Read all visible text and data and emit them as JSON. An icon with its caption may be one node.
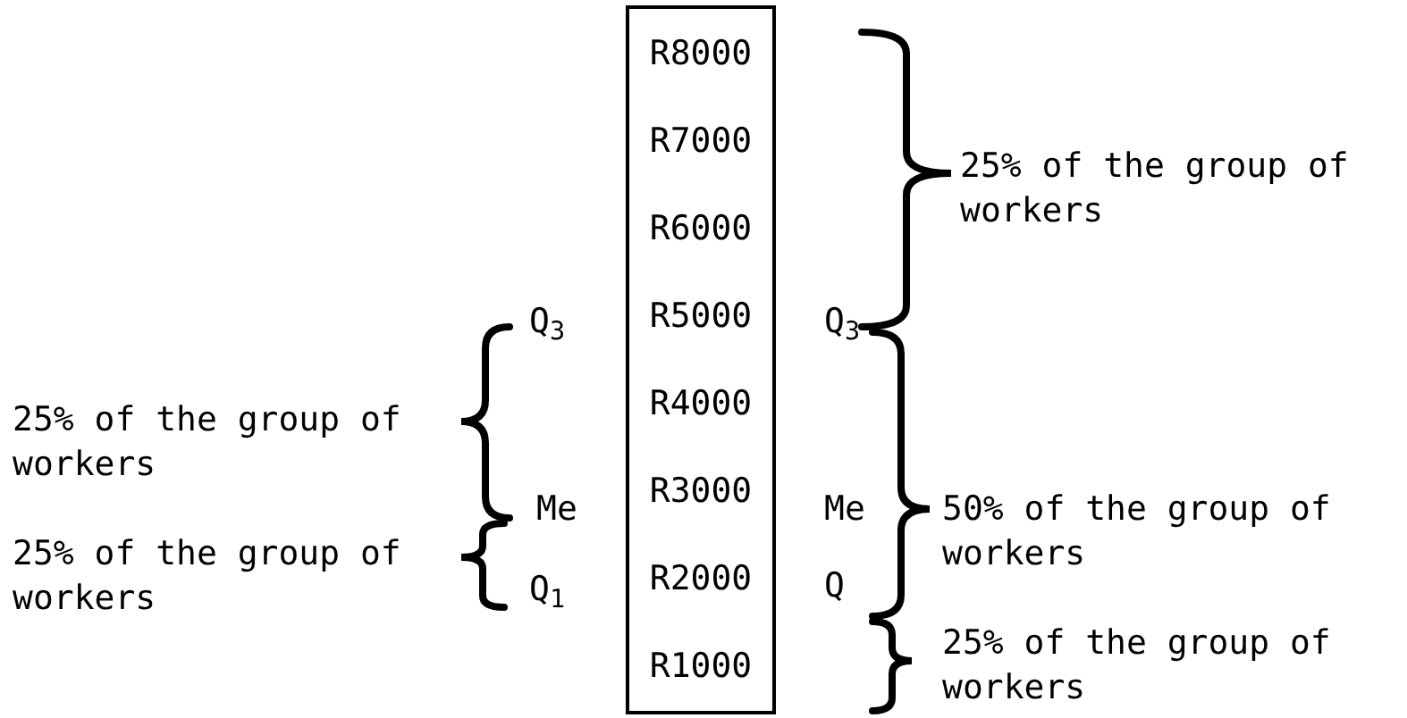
{
  "diagram": {
    "nodes": [
      {
        "text": [
          "R8000",
          "R7000",
          "R6000",
          "R5000",
          "R4000",
          "R3000",
          "R2000",
          "R1000"
        ]
      }
    ],
    "edges": [],
    "labels": [
      "25% of the group of workers",
      "Q$_{3}$",
      "Q$_{3}$",
      "25% of the group of workers",
      "Me",
      "Me",
      "50% of the group of workers",
      "25% of the group of workers",
      "Q$_{1}$",
      "Q",
      "25% of the group of workers"
    ]
  }
}
